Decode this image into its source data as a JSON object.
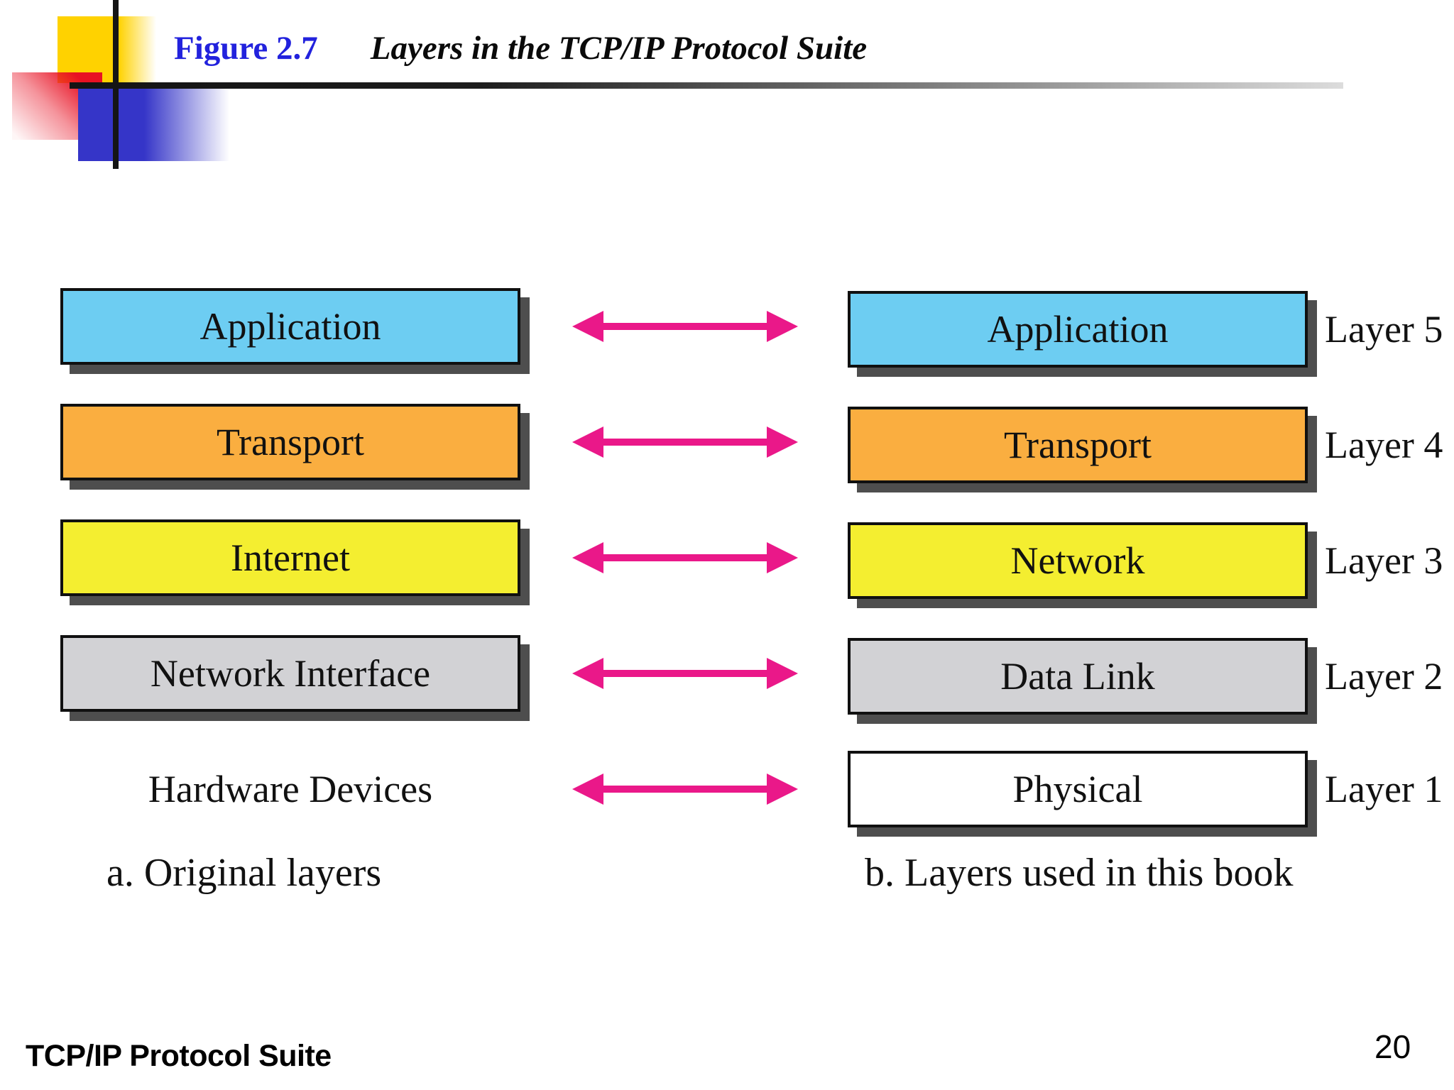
{
  "slide": {
    "figure_label": "Figure 2.7",
    "figure_title": "Layers in the TCP/IP Protocol Suite",
    "footer": "TCP/IP Protocol Suite",
    "page_number": "20"
  },
  "colors": {
    "cyan": "#6DCDF2",
    "orange": "#FAAE40",
    "yellow": "#F4EE30",
    "gray": "#D2D2D5",
    "white": "#FFFFFF",
    "arrow_pink": "#EA1889",
    "title_blue": "#2222DD",
    "box_border": "#101010",
    "box_shadow": "#4E4E4E",
    "decor_yellow": "#FFD200",
    "decor_red": "#E81123",
    "decor_blue": "#3535C8"
  },
  "left_column": {
    "caption": "a. Original layers",
    "rows": [
      {
        "label": "Application",
        "color": "#6DCDF2",
        "boxed": true
      },
      {
        "label": "Transport",
        "color": "#FAAE40",
        "boxed": true
      },
      {
        "label": "Internet",
        "color": "#F4EE30",
        "boxed": true
      },
      {
        "label": "Network Interface",
        "color": "#D2D2D5",
        "boxed": true
      },
      {
        "label": "Hardware Devices",
        "boxed": false
      }
    ]
  },
  "right_column": {
    "caption": "b. Layers used in this book",
    "rows": [
      {
        "label": "Application",
        "color": "#6DCDF2",
        "layer": "Layer 5"
      },
      {
        "label": "Transport",
        "color": "#FAAE40",
        "layer": "Layer 4"
      },
      {
        "label": "Network",
        "color": "#F4EE30",
        "layer": "Layer 3"
      },
      {
        "label": "Data Link",
        "color": "#D2D2D5",
        "layer": "Layer 2"
      },
      {
        "label": "Physical",
        "color": "#FFFFFF",
        "layer": "Layer 1"
      }
    ]
  },
  "arrows": {
    "count": 5,
    "color": "#EA1889"
  }
}
